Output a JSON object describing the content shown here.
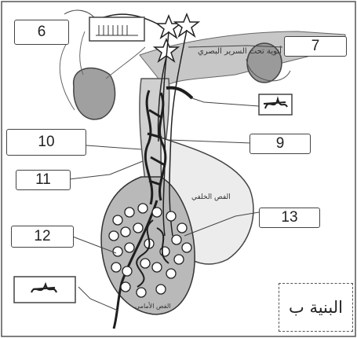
{
  "labels": {
    "l6": "6",
    "l7": "7",
    "l9": "9",
    "l10": "10",
    "l11": "11",
    "l12": "12",
    "l13": "13"
  },
  "structure_label": "البنية ب",
  "diagram_text": {
    "hypothalamus": "أنوية تحت السرير البصري",
    "anterior_lobe": "الفص الأمامي",
    "posterior_lobe": "الفص الخلفي"
  },
  "colors": {
    "tissue_gray": "#b9b9b9",
    "tissue_dark": "#8a8a8a",
    "vessel": "#2a2a2a",
    "outline": "#333333"
  }
}
